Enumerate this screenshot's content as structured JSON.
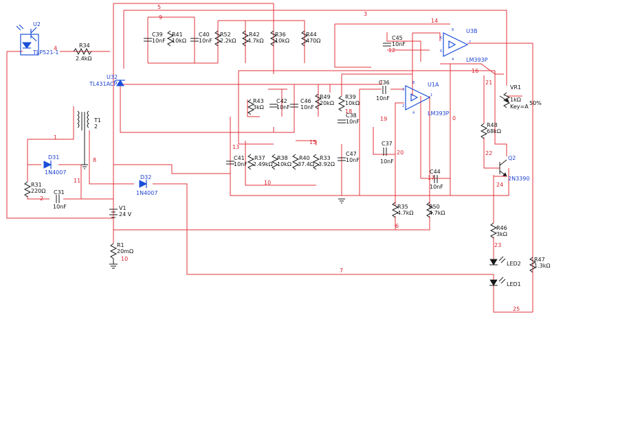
{
  "colors": {
    "wire": "#e0303a",
    "component": "#1a1a1a",
    "ic": "#1a4fd8",
    "net_label": "#d81e2a"
  },
  "components": {
    "U2": {
      "ref": "U2",
      "value": "TLP521-1"
    },
    "R34": {
      "ref": "R34",
      "value": "2.4kΩ"
    },
    "U32": {
      "ref": "U32",
      "value": "TL431ACP"
    },
    "T1": {
      "ref": "T1",
      "value": "2"
    },
    "D31": {
      "ref": "D31",
      "value": "1N4007"
    },
    "D32": {
      "ref": "D32",
      "value": "1N4007"
    },
    "R31": {
      "ref": "R31",
      "value": "220Ω"
    },
    "C31": {
      "ref": "C31",
      "value": "10nF"
    },
    "V1": {
      "ref": "V1",
      "value": "24 V"
    },
    "R1": {
      "ref": "R1",
      "value": "20mΩ"
    },
    "C39": {
      "ref": "C39",
      "value": "10nF"
    },
    "R41": {
      "ref": "R41",
      "value": "10kΩ"
    },
    "C40": {
      "ref": "C40",
      "value": "10nF"
    },
    "R52": {
      "ref": "R52",
      "value": "2.2kΩ"
    },
    "R42": {
      "ref": "R42",
      "value": "4.7kΩ"
    },
    "R36": {
      "ref": "R36",
      "value": "10kΩ"
    },
    "R44": {
      "ref": "R44",
      "value": "470Ω"
    },
    "C45": {
      "ref": "C45",
      "value": "10nF"
    },
    "U3B": {
      "ref": "U3B",
      "value": "LM393P"
    },
    "U1A": {
      "ref": "U1A",
      "value": "LM393P"
    },
    "R43": {
      "ref": "R43",
      "value": "3kΩ"
    },
    "C42": {
      "ref": "C42",
      "value": "10nF"
    },
    "C46": {
      "ref": "C46",
      "value": "10nF"
    },
    "R49": {
      "ref": "R49",
      "value": "20kΩ"
    },
    "R39": {
      "ref": "R39",
      "value": "10kΩ"
    },
    "C38": {
      "ref": "C38",
      "value": "10nF"
    },
    "C36": {
      "ref": "C36",
      "value": "10nF"
    },
    "C37": {
      "ref": "C37",
      "value": "10nF"
    },
    "C41": {
      "ref": "C41",
      "value": "10nF"
    },
    "R37": {
      "ref": "R37",
      "value": "2.49kΩ"
    },
    "R38": {
      "ref": "R38",
      "value": "10kΩ"
    },
    "R40": {
      "ref": "R40",
      "value": "37.4Ω"
    },
    "R33": {
      "ref": "R33",
      "value": "3.92Ω"
    },
    "C47": {
      "ref": "C47",
      "value": "10nF"
    },
    "C44": {
      "ref": "C44",
      "value": "10nF"
    },
    "R35": {
      "ref": "R35",
      "value": "4.7kΩ"
    },
    "R50": {
      "ref": "R50",
      "value": "4.7kΩ"
    },
    "VR1": {
      "ref": "VR1",
      "value": "1kΩ",
      "key": "Key=A",
      "percent": "50%"
    },
    "R48": {
      "ref": "R48",
      "value": "68kΩ"
    },
    "Q2": {
      "ref": "Q2",
      "value": "2N3390"
    },
    "R46": {
      "ref": "R46",
      "value": "3kΩ"
    },
    "LED2": {
      "ref": "LED2"
    },
    "LED1": {
      "ref": "LED1"
    },
    "R47": {
      "ref": "R47",
      "value": "1.3kΩ"
    }
  },
  "nets": {
    "n0": "0",
    "n1": "1",
    "n2": "2",
    "n3": "3",
    "n4": "4",
    "n5": "5",
    "n6": "6",
    "n7": "7",
    "n8": "8",
    "n9": "9",
    "n10": "10",
    "n11": "11",
    "n12": "12",
    "n13": "13",
    "n14": "14",
    "n15": "15",
    "n16": "16",
    "n17": "17",
    "n18": "18",
    "n19": "19",
    "n20": "20",
    "n21": "21",
    "n22": "22",
    "n23": "23",
    "n24": "24",
    "n25": "25"
  },
  "pins": {
    "p8": "8",
    "p4": "4",
    "p5": "5",
    "p6": "6",
    "p7": "7",
    "p3": "3",
    "p2": "2",
    "p1": "1"
  }
}
